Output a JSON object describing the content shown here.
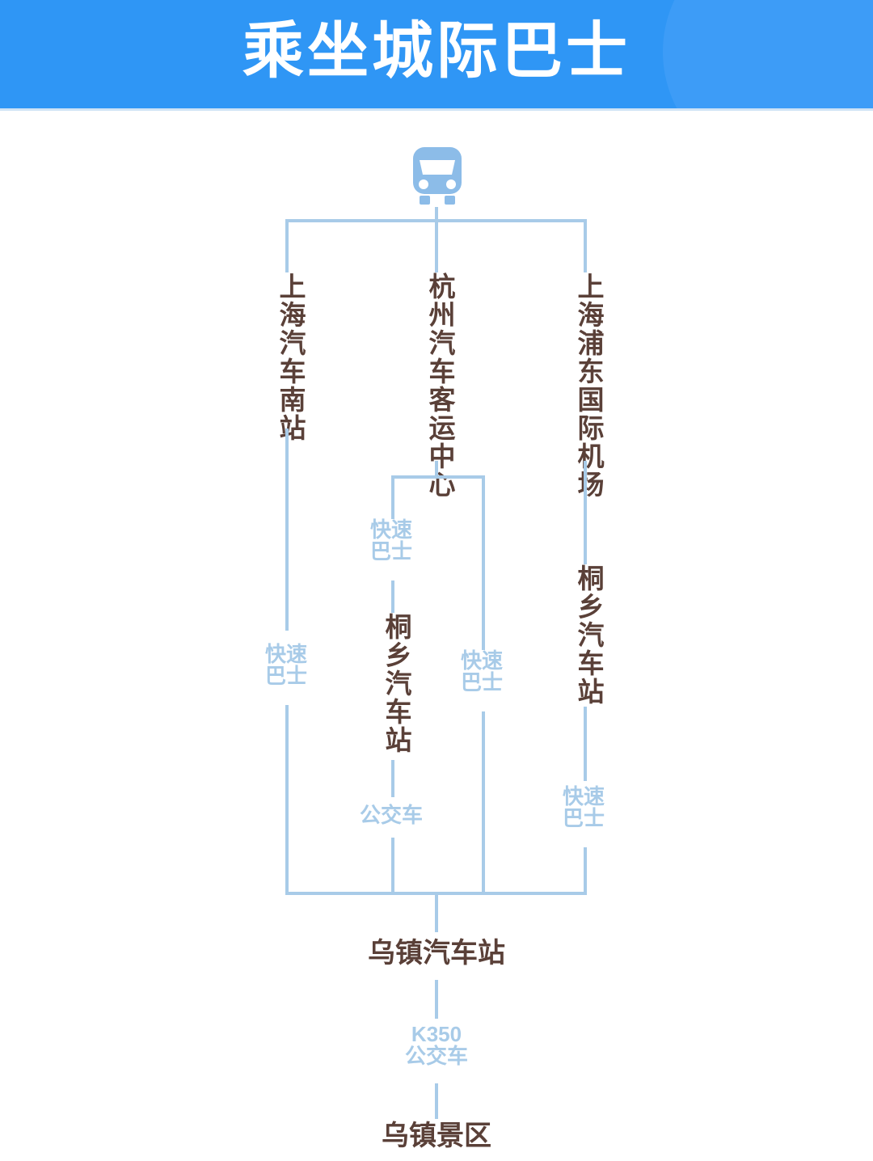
{
  "header": {
    "title": "乘坐城际巴士",
    "background_color": "#2f96f5",
    "text_color": "#ffffff"
  },
  "colors": {
    "line": "#a8cbe8",
    "station_text": "#5a4038",
    "mode_text": "#a8cbe8",
    "header_blue": "#2f96f5",
    "icon_blue": "#8cbce8"
  },
  "icons": {
    "bus": "bus-icon"
  },
  "nodes": {
    "origin_left": "上海汽车南站",
    "origin_mid": "杭州汽车客运中心",
    "origin_right": "上海浦东国际机场",
    "mid_left_transfer": "桐乡汽车站",
    "mid_right_transfer": "桐乡汽车站",
    "hub": "乌镇汽车站",
    "destination": "乌镇景区"
  },
  "modes": {
    "left_branch": "快速\n巴士",
    "left_branch_l1": "快速",
    "left_branch_l2": "巴士",
    "mid_left_upper_l1": "快速",
    "mid_left_upper_l2": "巴士",
    "mid_left_lower": "公交车",
    "mid_right_l1": "快速",
    "mid_right_l2": "巴士",
    "right_branch_l1": "快速",
    "right_branch_l2": "巴士",
    "final_l1": "K350",
    "final_l2": "公交车"
  }
}
